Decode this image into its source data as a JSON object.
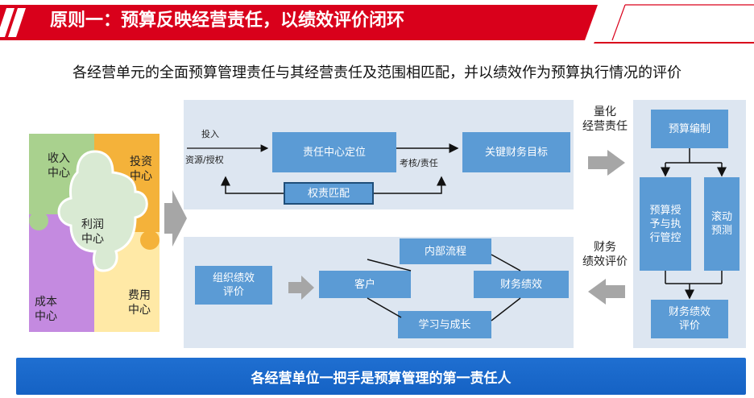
{
  "header": {
    "title": "原则一：预算反映经营责任，以绩效评价闭环",
    "accent": "#d9001b"
  },
  "subtitle": "各经营单元的全面预算管理责任与其经营责任及范围相匹配，并以绩效作为预算执行情况的评价",
  "puzzle": {
    "revenue": "收入\n中心",
    "investment": "投资\n中心",
    "profit": "利润\n中心",
    "cost": "成本\n中心",
    "expense": "费用\n中心"
  },
  "top_flow": {
    "input_label": "投入",
    "resource_label": "资源/授权",
    "center_box": "责任中心定位",
    "assess_label": "考核/责任",
    "target_box": "关键财务目标",
    "match_box": "权责匹配"
  },
  "bottom_flow": {
    "org_eval": "组织绩效\n评价",
    "customer": "客户",
    "internal": "内部流程",
    "financial": "财务绩效",
    "learning": "学习与成长"
  },
  "side_labels": {
    "quantify": "量化\n经营责任",
    "finance_eval": "财务\n绩效评价"
  },
  "budget_cycle": {
    "compile": "预算编制",
    "grant": "预算授\n予与执\n行管控",
    "rolling": "滚动\n预测",
    "eval": "财务绩效\n评价"
  },
  "footer": "各经营单位一把手是预算管理的第一责任人",
  "colors": {
    "box_blue": "#5b9bd5",
    "panel": "#dde6f1",
    "footer_blue": "#1565c8"
  }
}
